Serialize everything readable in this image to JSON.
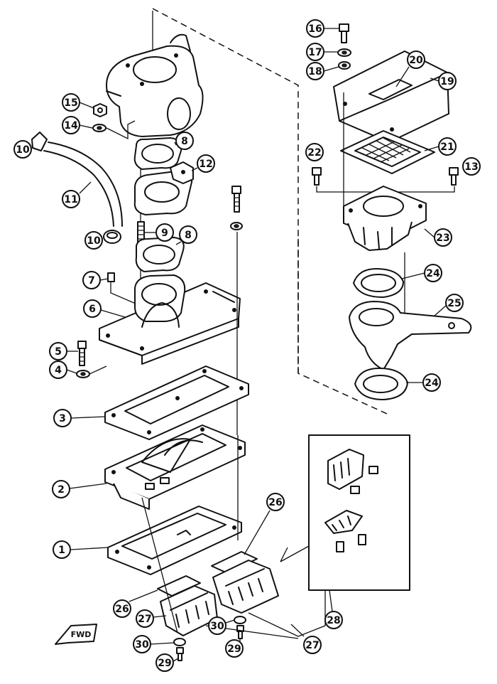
{
  "callouts": [
    "1",
    "2",
    "3",
    "4",
    "5",
    "6",
    "7",
    "8",
    "9",
    "10",
    "11",
    "12",
    "13",
    "14",
    "15",
    "16",
    "17",
    "18",
    "19",
    "20",
    "21",
    "22",
    "23",
    "24",
    "25",
    "26",
    "27",
    "28",
    "29",
    "30"
  ],
  "fwd_label": "FWD"
}
